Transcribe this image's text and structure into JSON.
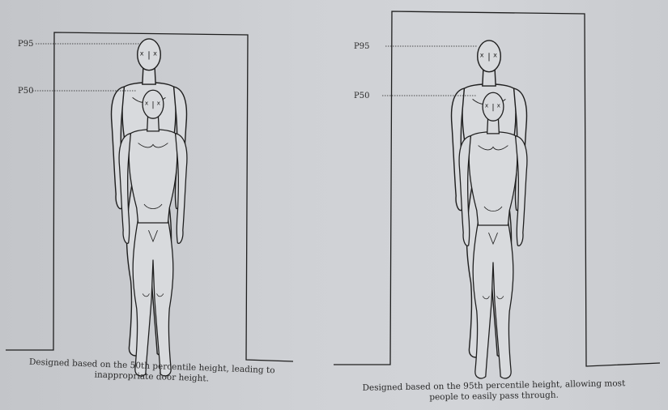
{
  "panels": [
    {
      "labels": {
        "p95": "P95",
        "p50": "P50"
      },
      "caption": {
        "line1": "Designed based on the 50th percentile height, leading to",
        "line2": "inappropriate door height."
      }
    },
    {
      "labels": {
        "p95": "P95",
        "p50": "P50"
      },
      "caption": {
        "line1": "Designed based on the 95th percentile height, allowing most",
        "line2": "people to easily pass through."
      }
    }
  ],
  "colors": {
    "outline": "#1f1f1f",
    "figure_fill": "#d8dadd",
    "background": "#cbcdd1"
  }
}
